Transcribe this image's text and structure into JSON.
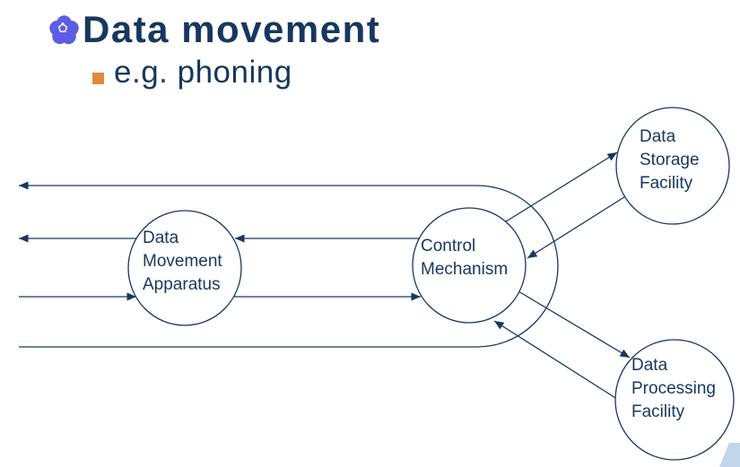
{
  "slide": {
    "title": "Data movement",
    "bullet_text": "e.g. phoning"
  },
  "diagram": {
    "nodes": [
      {
        "id": "data-movement-apparatus",
        "label": "Data\nMovement\nApparatus"
      },
      {
        "id": "control-mechanism",
        "label": "Control\nMechanism"
      },
      {
        "id": "data-storage-facility",
        "label": "Data\nStorage\nFacility"
      },
      {
        "id": "data-processing-facility",
        "label": "Data\nProcessing\nFacility"
      }
    ],
    "edges": [
      {
        "from": "control-mechanism",
        "to": "data-storage-facility"
      },
      {
        "from": "data-storage-facility",
        "to": "control-mechanism"
      },
      {
        "from": "control-mechanism",
        "to": "data-processing-facility"
      },
      {
        "from": "data-processing-facility",
        "to": "control-mechanism"
      },
      {
        "from": "control-mechanism",
        "to": "data-movement-apparatus"
      },
      {
        "from": "data-movement-apparatus",
        "to": "outside-left"
      },
      {
        "from": "outside-left",
        "to": "data-movement-apparatus"
      },
      {
        "from": "data-movement-apparatus",
        "to": "control-mechanism"
      },
      {
        "from": "control-mechanism",
        "to": "outside-left-loop"
      }
    ]
  },
  "icons": {
    "title_marker": "flower-icon",
    "bullet_marker": "square-bullet-icon"
  },
  "colors": {
    "text_navy": "#17375e",
    "line_navy": "#17375e",
    "flower_blue": "#5d5de4",
    "bullet_orange": "#e08a3c",
    "corner_light_blue": "#c3d5e8"
  }
}
